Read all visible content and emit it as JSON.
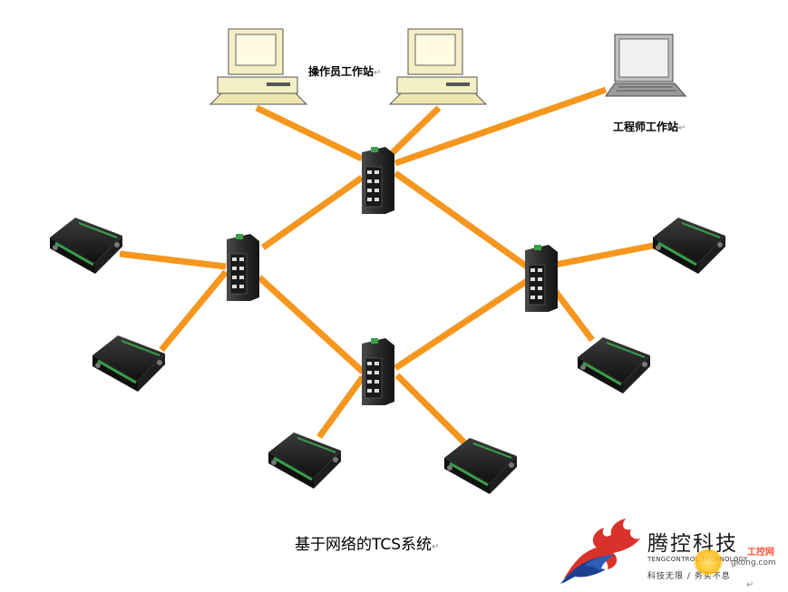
{
  "labels": {
    "operator_workstation": "操作员工作站",
    "engineer_workstation": "工程师工作站",
    "caption": "基于网络的TCS系统",
    "return_mark": "↵"
  },
  "logo": {
    "name": "腾控科技",
    "english": "TENGCONTROL TECHNOLOGY",
    "slogan": "科技无限 / 务实不息",
    "watermark_name": "工控网",
    "watermark_url": "gkong.com"
  },
  "colors": {
    "link": "#f5961e",
    "device_body": "#222222",
    "terminal_green": "#3aa14a",
    "monitor_frame": "#f4efc4",
    "laptop_frame": "#bfbfbf",
    "logo_blue": "#1c3f8f",
    "logo_red": "#d9322b"
  }
}
